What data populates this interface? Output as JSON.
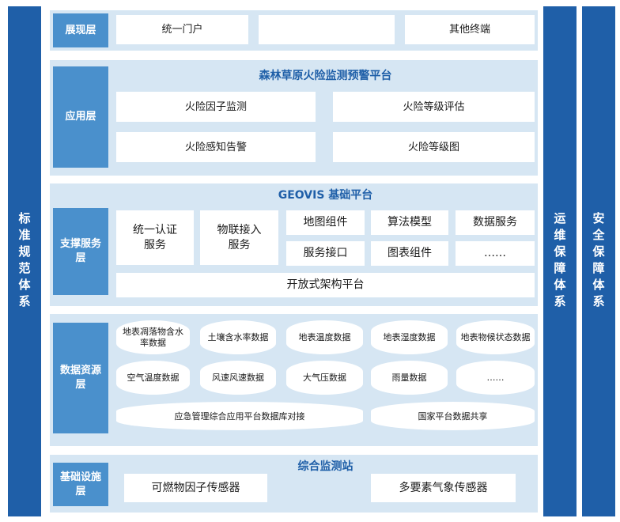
{
  "side": {
    "left": "标准规范体系",
    "right1": "运维保障体系",
    "right2": "安全保障体系"
  },
  "presentation": {
    "label": "展现层",
    "items": [
      "统一门户",
      "",
      "其他终端"
    ]
  },
  "application": {
    "label": "应用层",
    "title": "森林草原火险监测预警平台",
    "items": [
      "火险因子监测",
      "火险等级评估",
      "火险感知告警",
      "火险等级图"
    ]
  },
  "support": {
    "label": "支撑服务层",
    "title": "GEOVIS 基础平台",
    "auth": "统一认证服务",
    "iot": "物联接入服务",
    "grid": [
      "地图组件",
      "算法模型",
      "数据服务",
      "服务接口",
      "图表组件",
      "……"
    ],
    "open": "开放式架构平台"
  },
  "data": {
    "label": "数据资源层",
    "row1": [
      "地表凋落物含水率数据",
      "土壤含水率数据",
      "地表温度数据",
      "地表湿度数据",
      "地表物候状态数据"
    ],
    "row2": [
      "空气温度数据",
      "风速风速数据",
      "大气压数据",
      "雨量数据",
      "……"
    ],
    "row3": [
      "应急管理综合应用平台数据库对接",
      "国家平台数据共享"
    ]
  },
  "base": {
    "label": "基础设施层",
    "title": "综合监测站",
    "items": [
      "可燃物因子传感器",
      "多要素气象传感器"
    ]
  }
}
